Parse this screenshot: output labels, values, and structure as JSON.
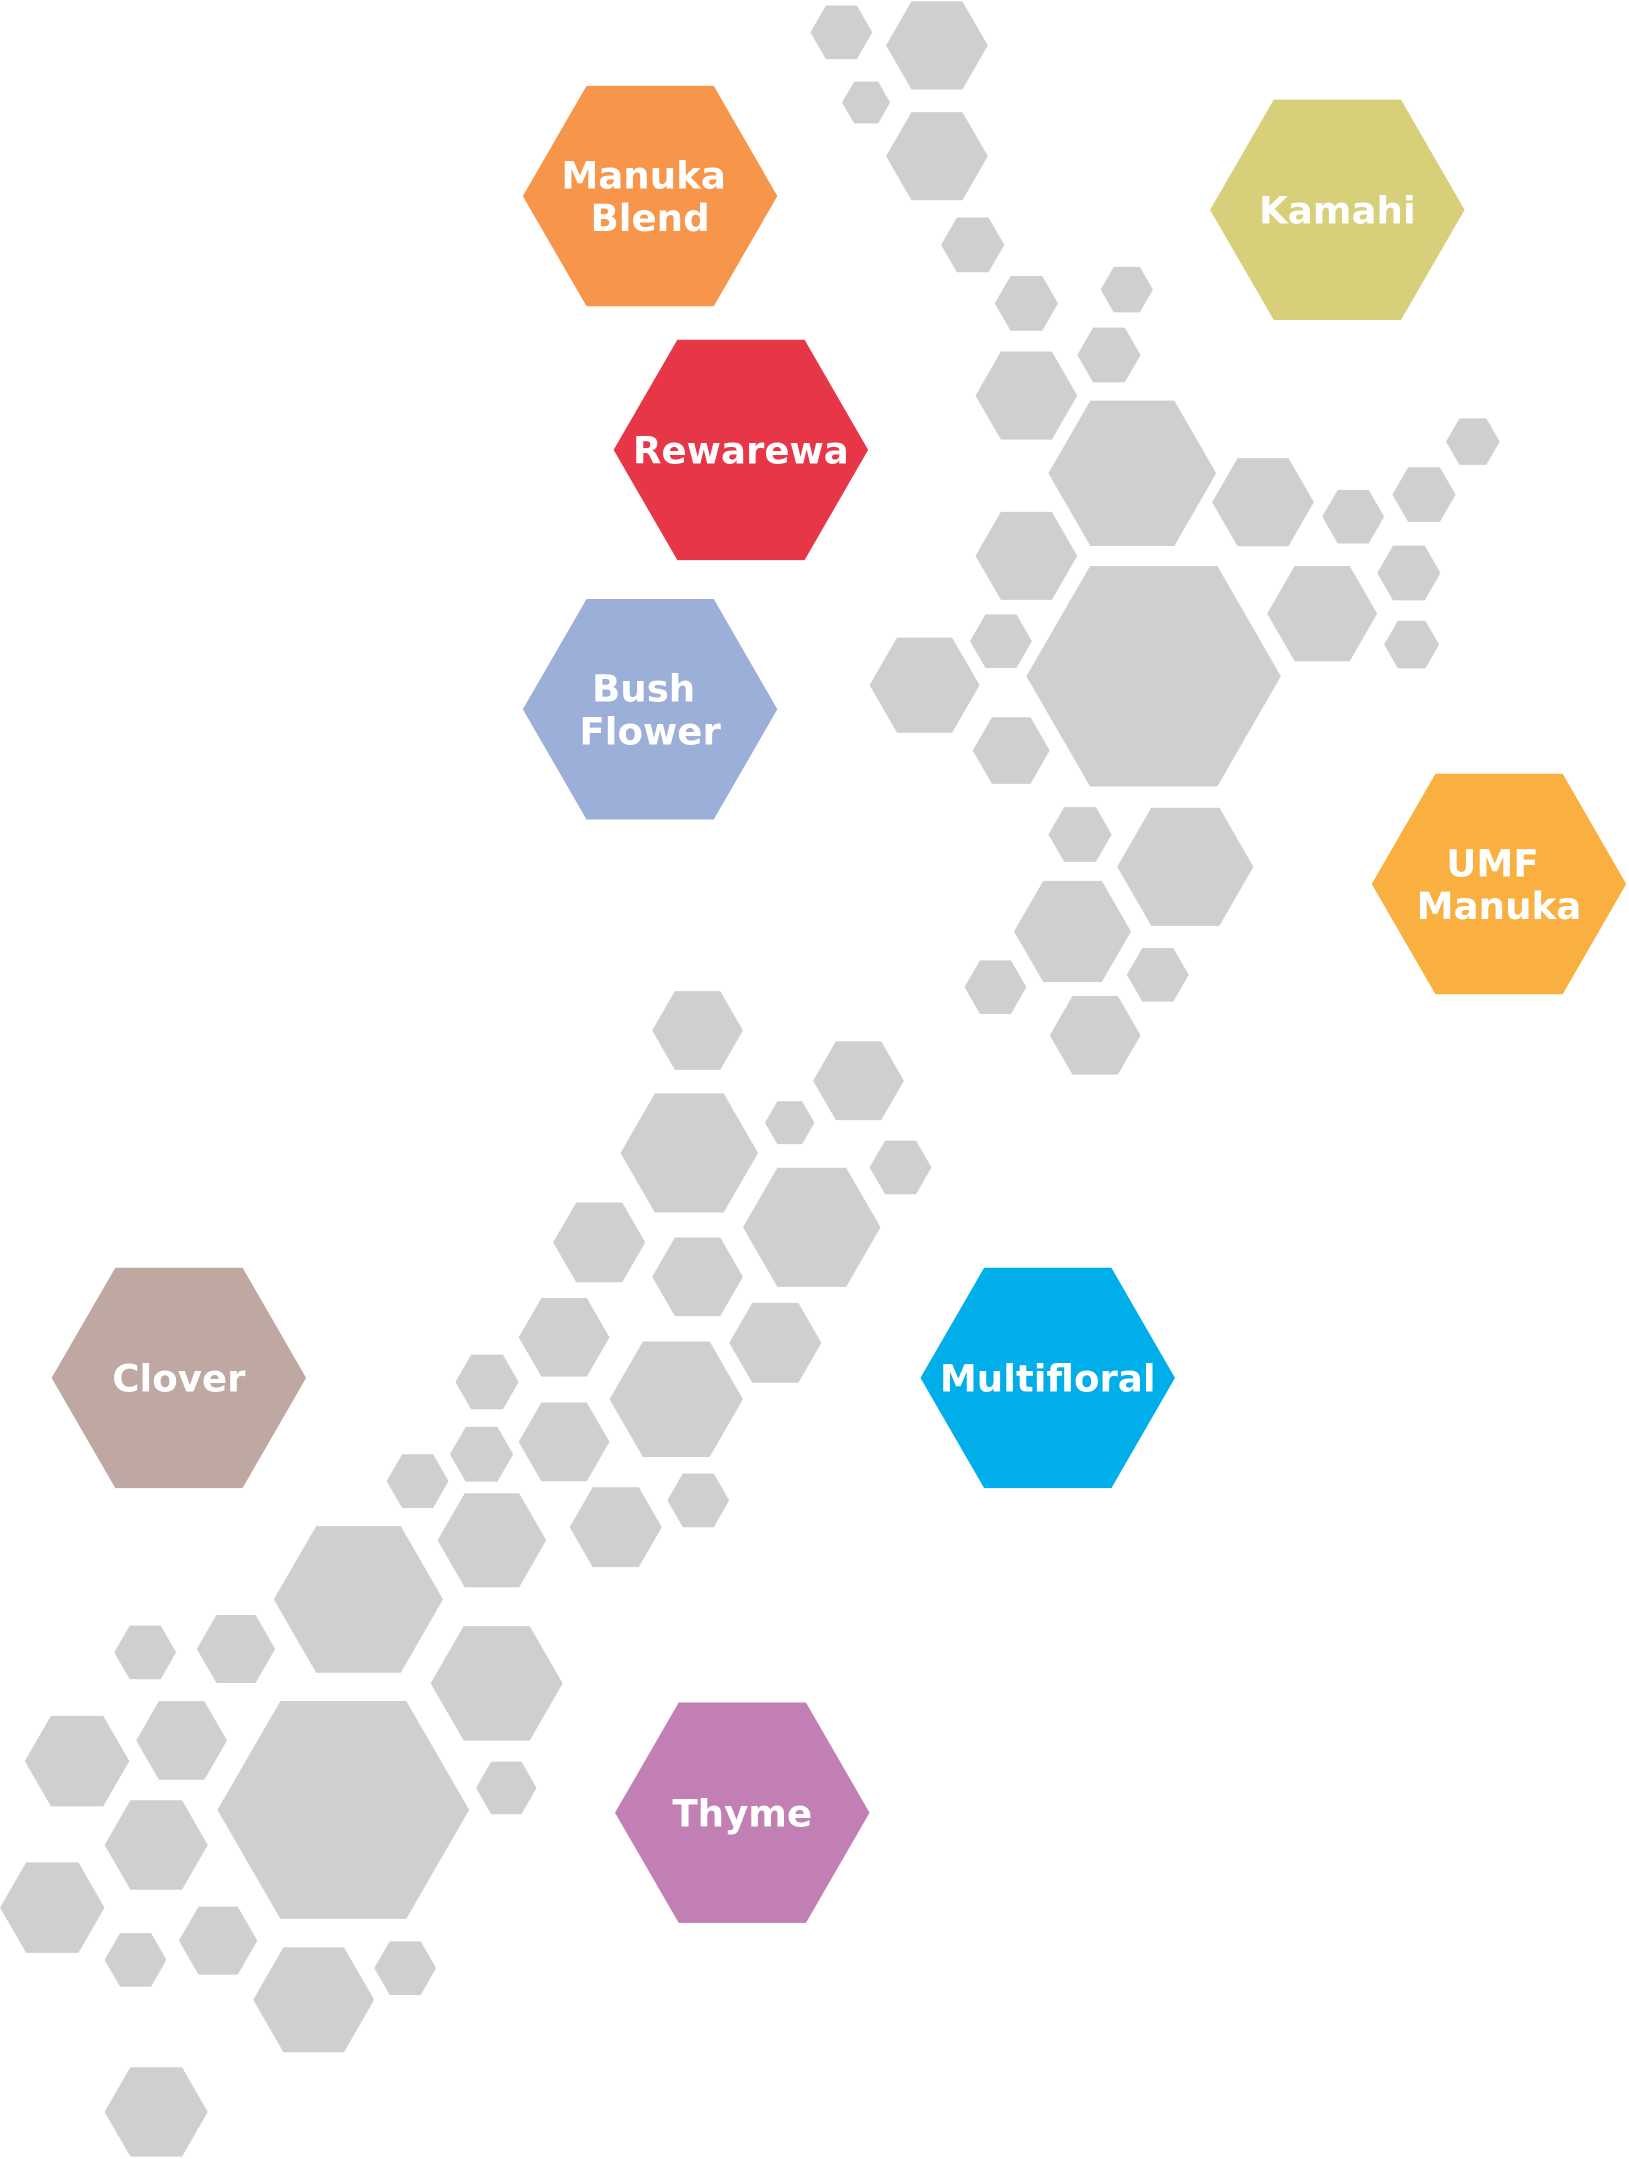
{
  "colors": {
    "background": "#FFFFFF",
    "filler_hex": "#CFCFCF",
    "label_text": "#FFFFFF"
  },
  "honey_types": [
    {
      "lines": [
        "Manuka",
        "Blend"
      ],
      "color": "#F7964A"
    },
    {
      "lines": [
        "Rewarewa"
      ],
      "color": "#E73648"
    },
    {
      "lines": [
        "Bush",
        "Flower"
      ],
      "color": "#9BAFD8"
    },
    {
      "lines": [
        "Kamahi"
      ],
      "color": "#D7CF79"
    },
    {
      "lines": [
        "UMF",
        "Manuka"
      ],
      "color": "#F9B040"
    },
    {
      "lines": [
        "Clover"
      ],
      "color": "#BFA8A2"
    },
    {
      "lines": [
        "Multifloral"
      ],
      "color": "#00AEEA"
    },
    {
      "lines": [
        "Thyme"
      ],
      "color": "#C27FB4"
    }
  ]
}
